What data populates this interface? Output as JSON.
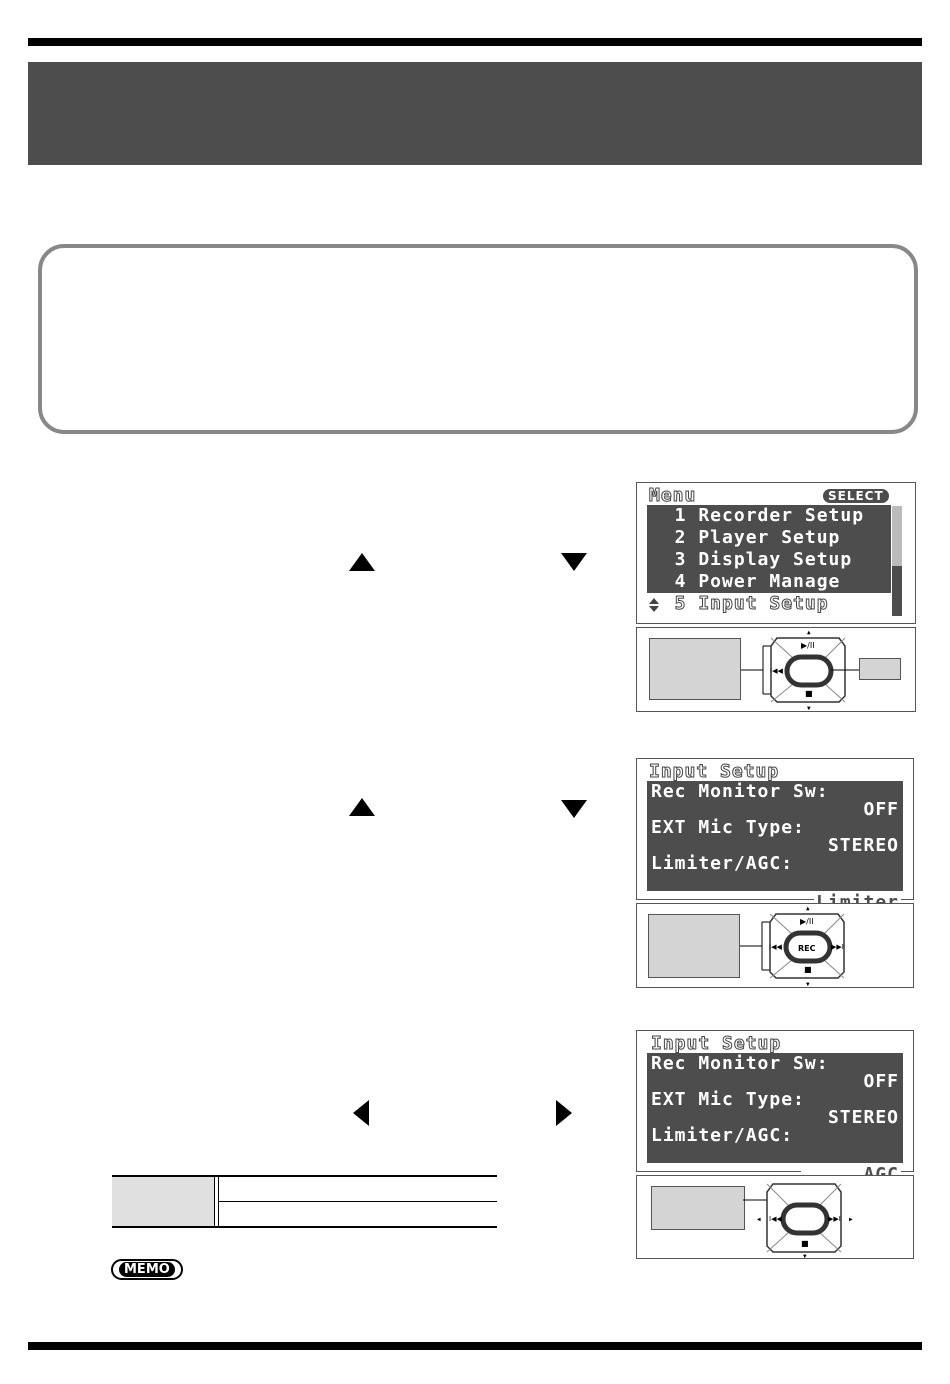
{
  "screen1": {
    "title": "Menu",
    "badge": "SELECT",
    "items": [
      "  1 Recorder Setup",
      "  2 Player Setup",
      "  3 Display Setup",
      "  4 Power Manage",
      "  5 Input Setup"
    ]
  },
  "controller": {
    "play_pause": "▶/II",
    "rewind": "I◀◀",
    "forward": "▶▶I",
    "stop": "■",
    "rec": "REC"
  },
  "screen2": {
    "title": "Input Setup",
    "lines": [
      "Rec Monitor Sw:",
      "OFF",
      "EXT Mic Type:",
      "STEREO",
      "Limiter/AGC:"
    ],
    "selected": "Limiter"
  },
  "screen3": {
    "title": "Input Setup",
    "lines": [
      "Rec Monitor Sw:",
      "OFF",
      "EXT Mic Type:",
      "STEREO",
      "Limiter/AGC:"
    ],
    "selected": "AGC"
  },
  "memo_label": "MEMO",
  "colors": {
    "band": "#4d4d4d",
    "lcd": "#4d4d4d",
    "box_border": "#888888"
  }
}
